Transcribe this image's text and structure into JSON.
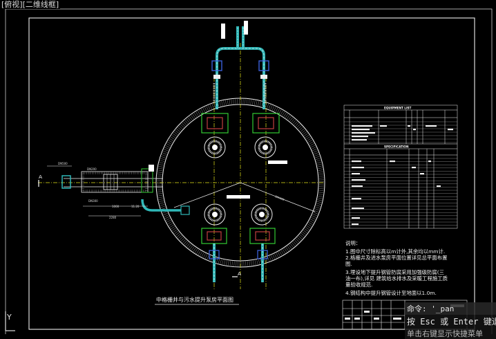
{
  "viewport": {
    "label": "[俯视][二维线框]"
  },
  "drawing": {
    "plan_title": "中格栅井与污水提升泵房平面图",
    "section_mark": "A",
    "equipment_list_title": "EQUIPMENT LIST",
    "specification_title": "SPECIFICATION",
    "dimension_labels": [
      "2280",
      "1000",
      "11.20",
      "DN400",
      "DN200",
      "DN500",
      "DN300"
    ],
    "notes": {
      "heading": "说明：",
      "lines": [
        "1.图中尺寸除标高以m计外,其余均以mm计.",
        "2.格栅井及进水泵房平面位置详见总平面布置",
        "图.",
        "3.埋设地下提升钢管防腐采用加强级防腐(三",
        "油一布),详见 建筑给水排水及采暖工程施工质",
        "量验收规范.",
        "4.钢结构中提升钢管设计至地面以1.0m."
      ]
    }
  },
  "command": {
    "line1": "命令: '_pan",
    "line2": "按 Esc 或 Enter 键退",
    "line3": "单击右键显示快捷菜单"
  }
}
